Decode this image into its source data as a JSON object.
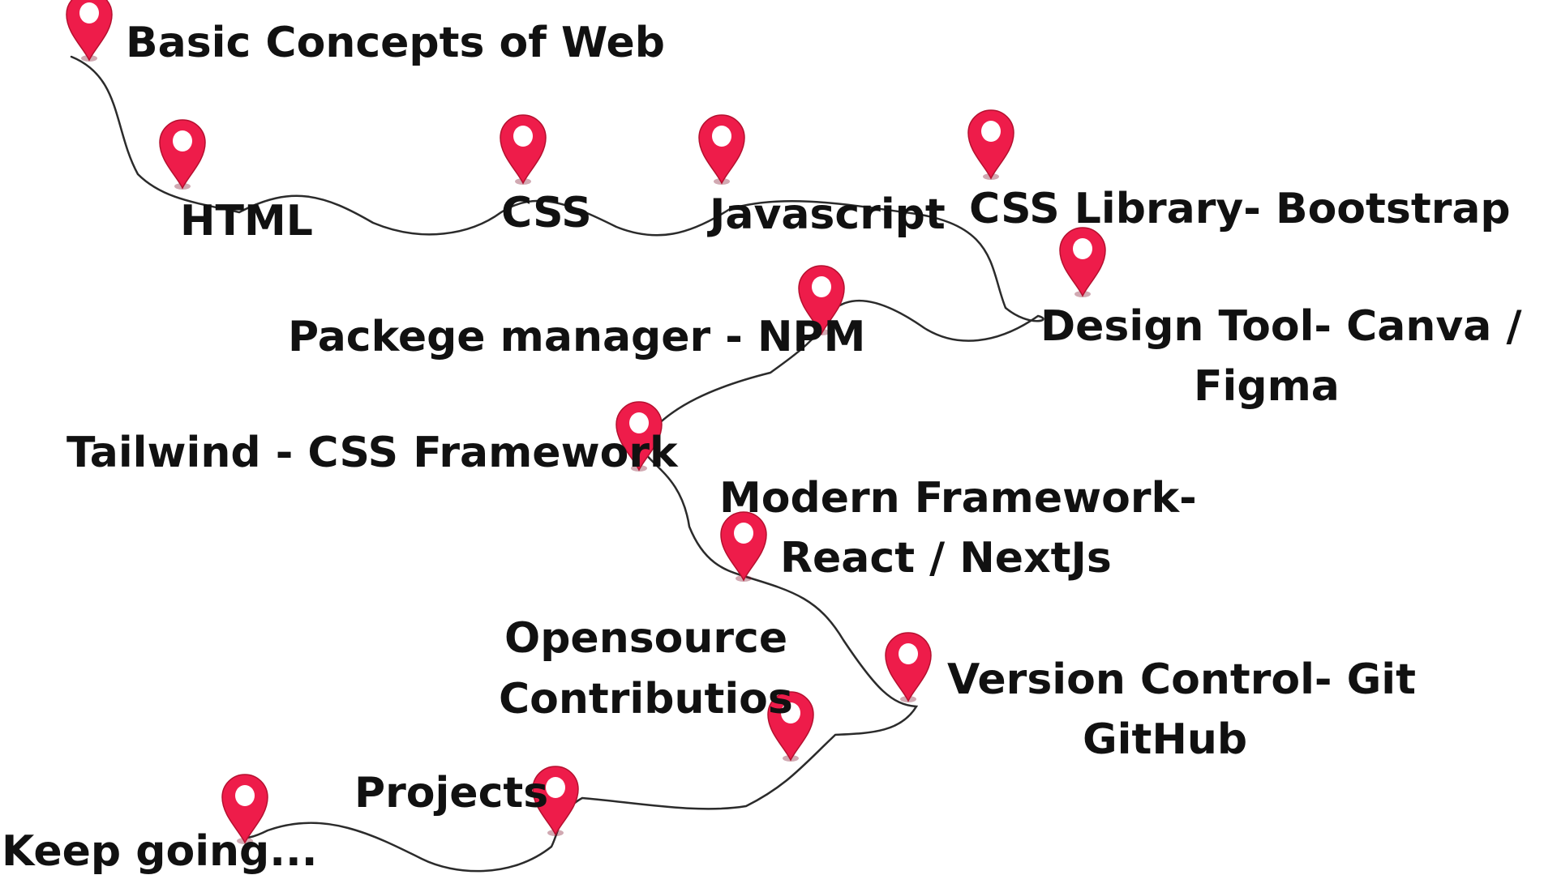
{
  "stops": [
    {
      "label": "Basic Concepts of Web"
    },
    {
      "label": "HTML"
    },
    {
      "label": "CSS"
    },
    {
      "label": "Javascript"
    },
    {
      "label": "CSS Library- Bootstrap"
    },
    {
      "label": "Design Tool- Canva /",
      "label2": "Figma"
    },
    {
      "label": "Packege manager - NPM"
    },
    {
      "label": "Tailwind - CSS Framework"
    },
    {
      "label": "Modern Framework-",
      "label2": "React / NextJs"
    },
    {
      "label": "Version Control- Git",
      "label2": "GitHub"
    },
    {
      "label": "Opensource",
      "label2": "Contributios"
    },
    {
      "label": "Projects"
    },
    {
      "label": "Keep going..."
    }
  ],
  "colors": {
    "pin": "#ee1c4a",
    "route": "#2b2b2b",
    "text": "#111111"
  },
  "icon": "map-pin-icon"
}
